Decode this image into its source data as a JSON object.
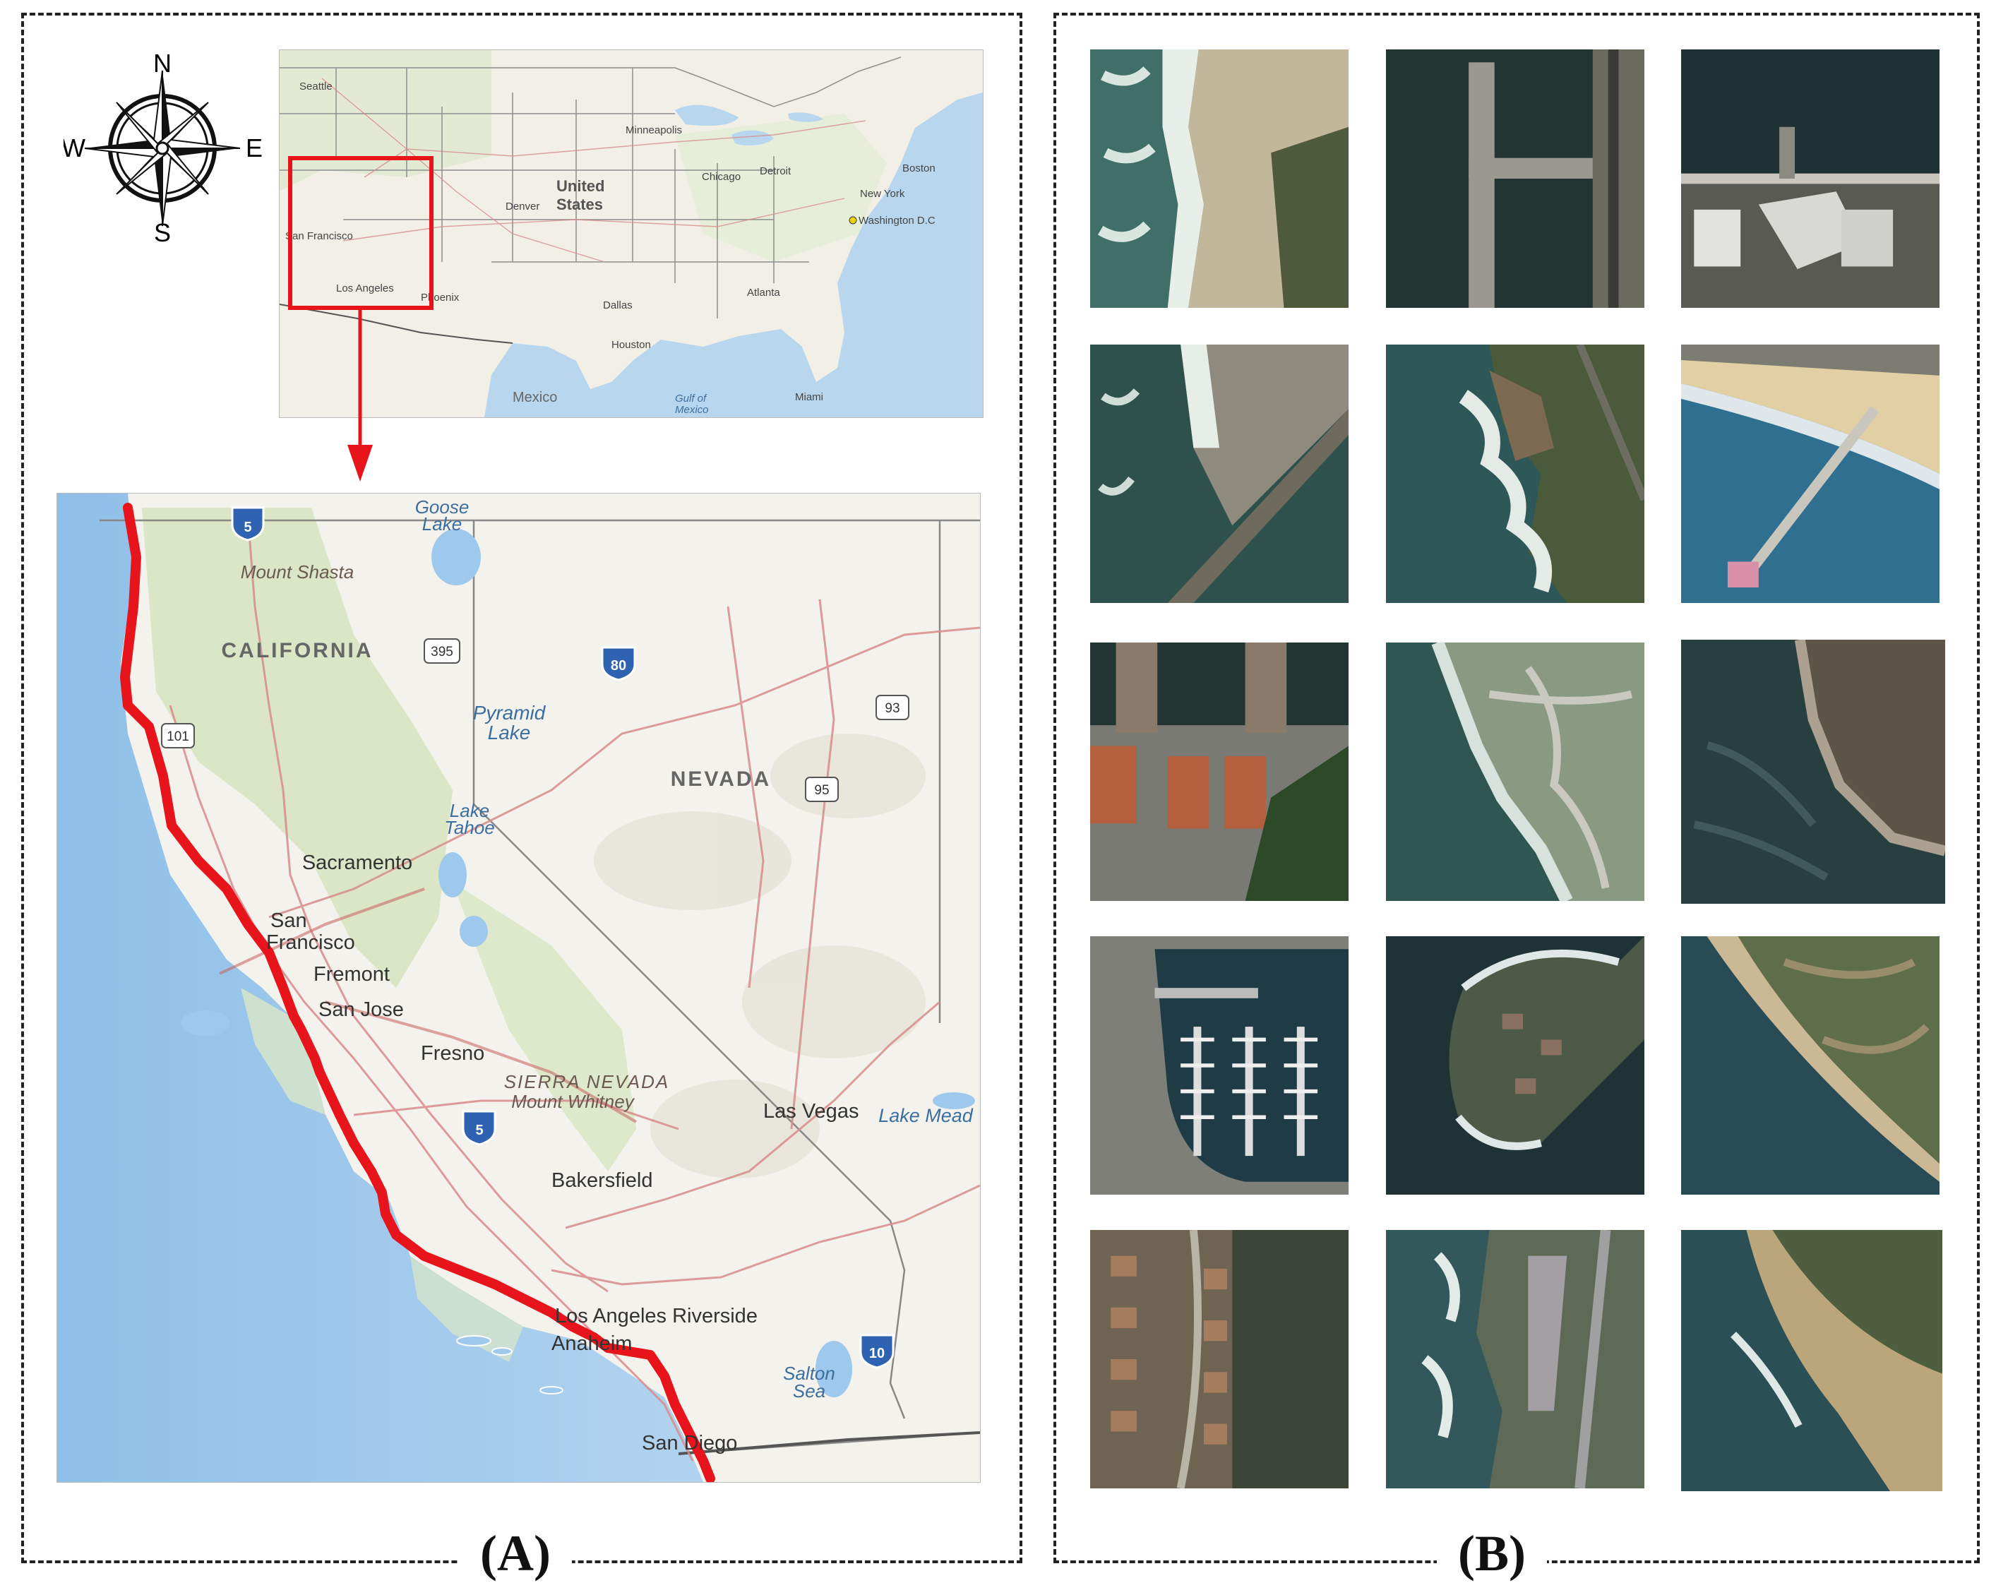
{
  "panels": {
    "a_label": "(A)",
    "b_label": "(B)"
  },
  "compass": {
    "north": "N",
    "south": "S",
    "east": "E",
    "west": "W"
  },
  "overview_map": {
    "cities": {
      "seattle": "Seattle",
      "minneapolis": "Minneapolis",
      "chicago": "Chicago",
      "detroit": "Detroit",
      "boston": "Boston",
      "new_york": "New York",
      "washington": "Washington D.C",
      "denver": "Denver",
      "san_francisco": "San Francisco",
      "los_angeles": "Los Angeles",
      "phoenix": "Phoenix",
      "dallas": "Dallas",
      "atlanta": "Atlanta",
      "houston": "Houston",
      "miami": "Miami"
    },
    "country_line1": "United",
    "country_line2": "States",
    "mexico": "Mexico",
    "gulf_line1": "Gulf of",
    "gulf_line2": "Mexico"
  },
  "detail_map": {
    "goose_line1": "Goose",
    "goose_line2": "Lake",
    "mount_shasta": "Mount Shasta",
    "california": "CALIFORNIA",
    "pyramid_line1": "Pyramid",
    "pyramid_line2": "Lake",
    "nevada": "NEVADA",
    "tahoe_line1": "Lake",
    "tahoe_line2": "Tahoe",
    "sacramento": "Sacramento",
    "sf_line1": "San",
    "sf_line2": "Francisco",
    "fremont": "Fremont",
    "san_jose": "San Jose",
    "fresno": "Fresno",
    "sierra_nevada": "SIERRA NEVADA",
    "mount_whitney": "Mount Whitney",
    "las_vegas": "Las Vegas",
    "lake_mead": "Lake Mead",
    "bakersfield": "Bakersfield",
    "la_riverside": "Los Angeles Riverside",
    "anaheim": "Anaheim",
    "salton_line1": "Salton",
    "salton_line2": "Sea",
    "san_diego": "San Diego",
    "shields": {
      "i5_north": "5",
      "i5_south": "5",
      "i80": "80",
      "i10": "10",
      "us101": "101",
      "us395": "395",
      "us93": "93",
      "us95": "95"
    }
  },
  "colors": {
    "coastline_highlight": "#e8141c",
    "inset_box": "#e8141c",
    "ocean": "#9ec9ec",
    "land": "#f3f1ea",
    "forest": "#cfe0b6"
  }
}
